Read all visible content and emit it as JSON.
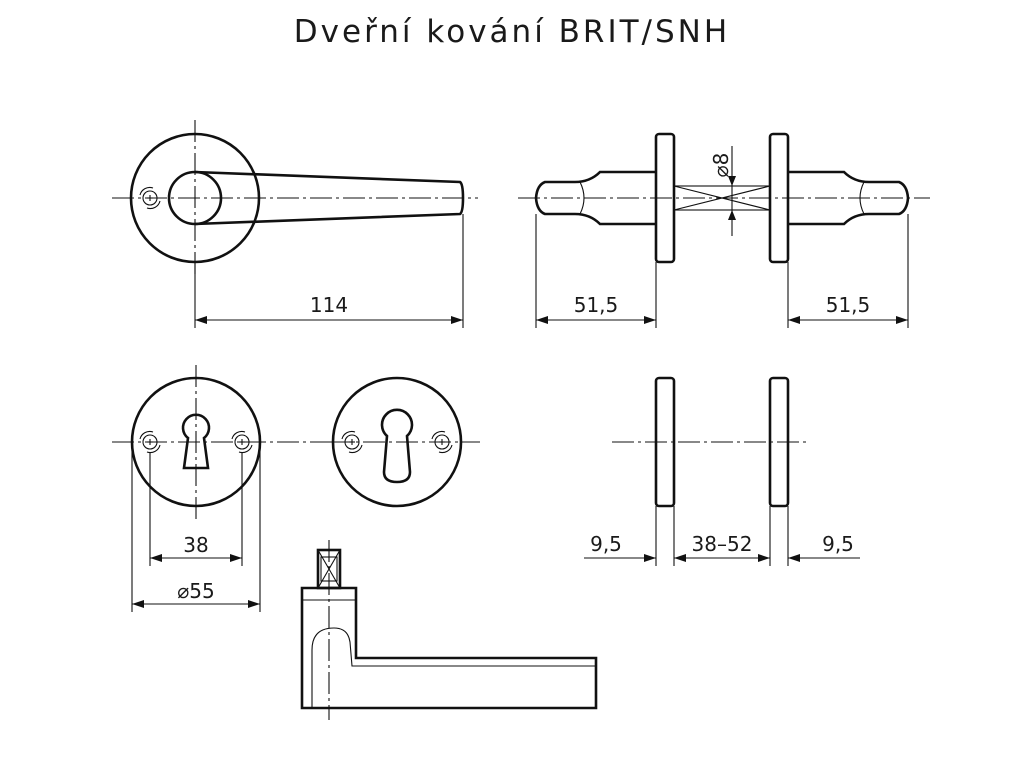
{
  "title": "Dveřní kování BRIT/SNH",
  "dimensions": {
    "lever_length": "114",
    "rose_to_end_left": "51,5",
    "rose_to_end_right": "51,5",
    "spindle": "⌀8",
    "screw_spacing": "38",
    "rose_diameter": "⌀55",
    "rose_thickness_left": "9,5",
    "door_thickness": "38–52",
    "rose_thickness_right": "9,5"
  }
}
